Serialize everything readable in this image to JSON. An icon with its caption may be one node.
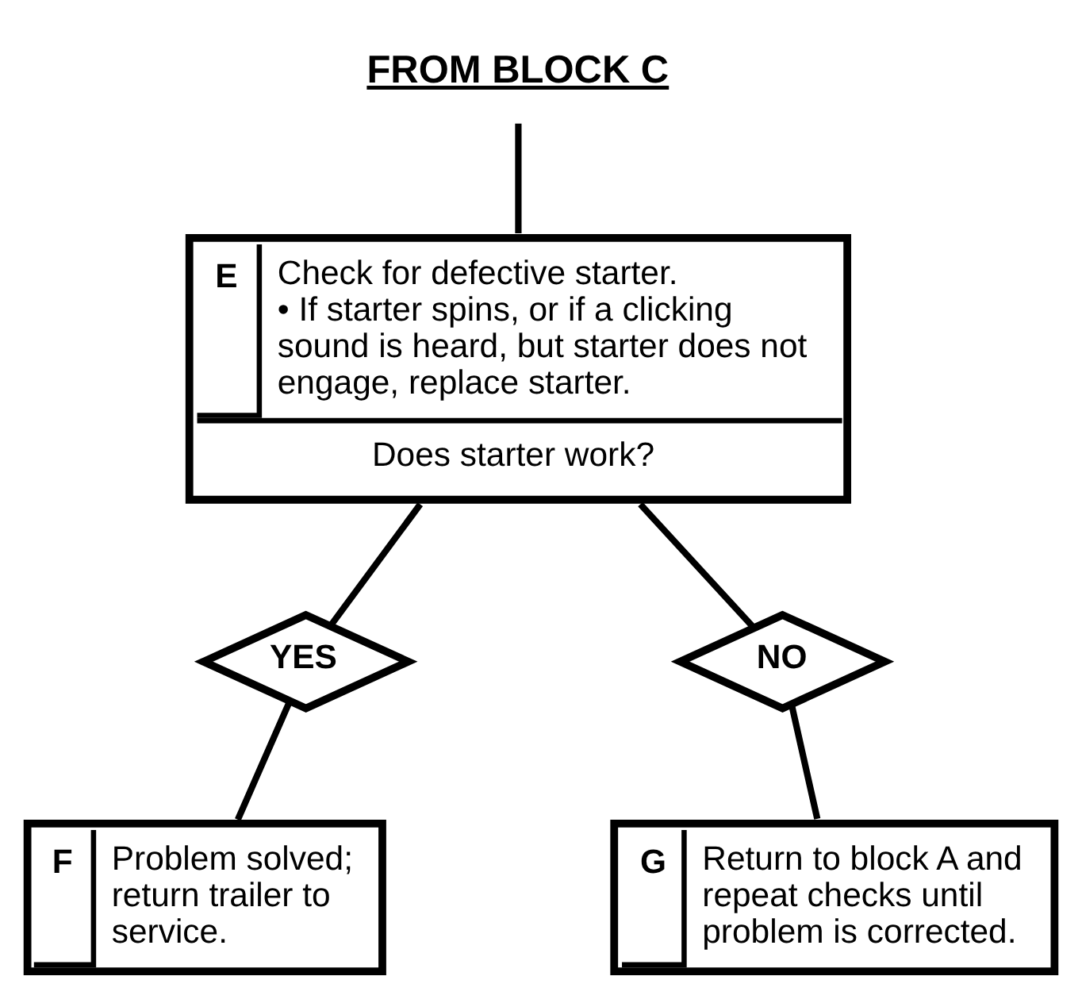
{
  "diagram": {
    "nodes": [
      {
        "text": [
          "FROM BLOCK C"
        ]
      },
      {
        "text": [
          "E",
          "Check for defective starter.",
          "• If starter spins, or if a clicking sound is heard, but starter does not engage, replace starter.",
          "Does starter work?"
        ]
      },
      {
        "text": [
          "YES"
        ]
      },
      {
        "text": [
          "NO"
        ]
      },
      {
        "text": [
          "F",
          "Problem solved; return trailer to service."
        ]
      },
      {
        "text": [
          "G",
          "Return to block A and repeat checks until problem is corrected."
        ]
      }
    ],
    "edges": [
      {
        "from": 0,
        "to": 1,
        "arrow": "none"
      },
      {
        "from": 1,
        "to": 2,
        "arrow": "none"
      },
      {
        "from": 1,
        "to": 3,
        "arrow": "none"
      },
      {
        "from": 2,
        "to": 4,
        "arrow": "none"
      },
      {
        "from": 3,
        "to": 5,
        "arrow": "none"
      }
    ]
  }
}
